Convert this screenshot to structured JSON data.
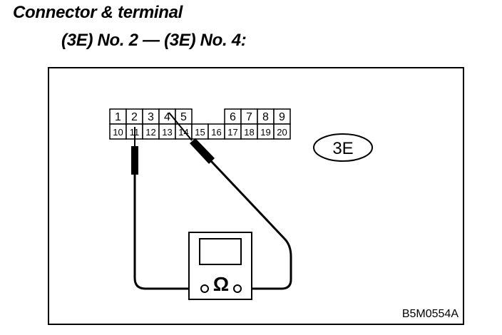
{
  "heading": {
    "line1": "Connector & terminal",
    "line2": "(3E) No. 2 — (3E) No. 4:"
  },
  "connector": {
    "top_row": [
      "1",
      "2",
      "3",
      "4",
      "5",
      "",
      "",
      "6",
      "7",
      "8",
      "9"
    ],
    "bottom_row": [
      "10",
      "11",
      "12",
      "13",
      "14",
      "15",
      "16",
      "17",
      "18",
      "19",
      "20"
    ],
    "label": "3E"
  },
  "meter": {
    "symbol": "Ω"
  },
  "figure_code": "B5M0554A"
}
